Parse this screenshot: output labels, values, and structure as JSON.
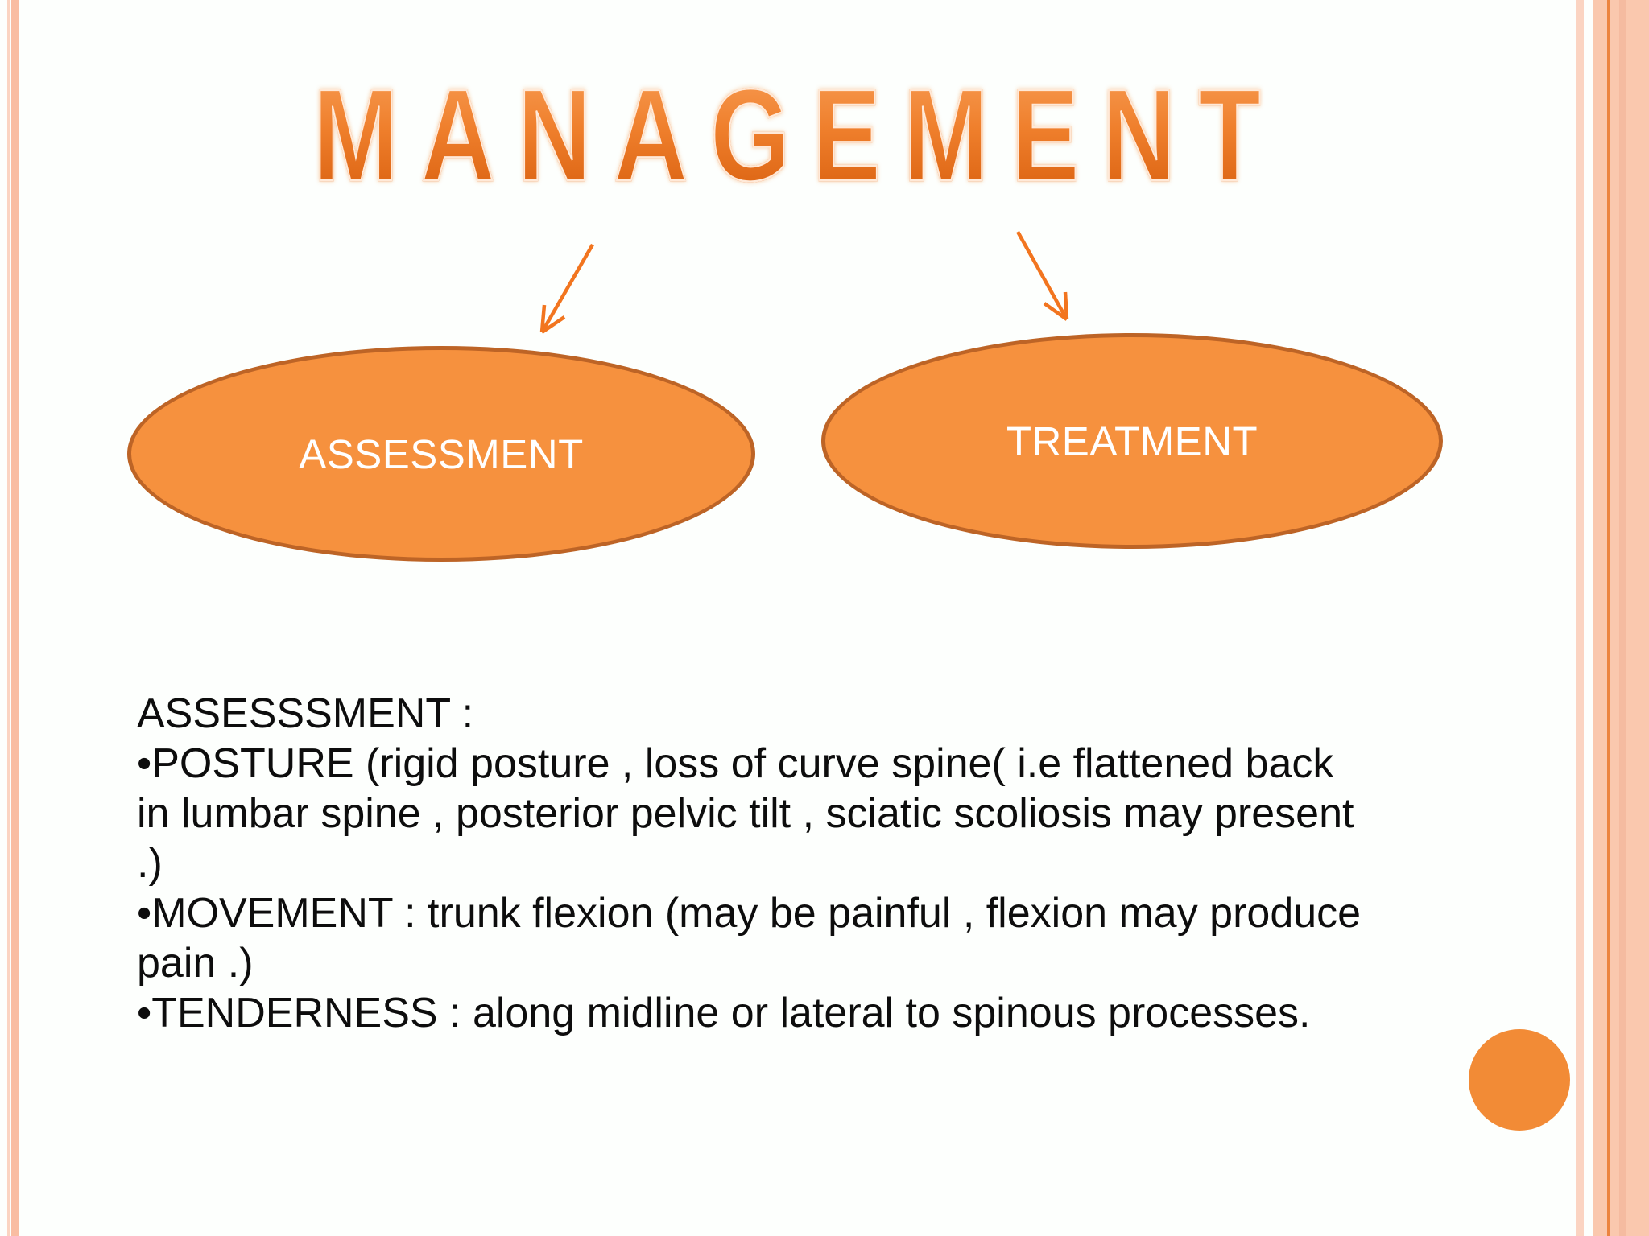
{
  "slide": {
    "title": "MANAGEMENT",
    "diagram": {
      "nodes": [
        {
          "label": "ASSESSMENT"
        },
        {
          "label": "TREATMENT"
        }
      ]
    },
    "body": {
      "lines": [
        "ASSESSSMENT :",
        "•POSTURE (rigid posture , loss of curve spine( i.e flattened back",
        "in lumbar spine , posterior pelvic tilt , sciatic scoliosis may present",
        ".)",
        "•MOVEMENT : trunk flexion (may be painful , flexion may produce",
        "pain .)",
        "•TENDERNESS : along midline or lateral to spinous processes."
      ]
    }
  },
  "colors": {
    "title-orange": "#e87420",
    "ellipse-fill": "#f6913e",
    "ellipse-border": "#bd6426",
    "arrow-orange": "#f2751f",
    "circle-orange": "#f28b36",
    "stripe-pink": "#fbd4c2",
    "stripe-salmon": "#f9bda2",
    "band-salmon": "#fac8ae",
    "band-line": "#ec8440",
    "band-shade": "#f5bba0",
    "text-black": "#0d0d0d"
  }
}
